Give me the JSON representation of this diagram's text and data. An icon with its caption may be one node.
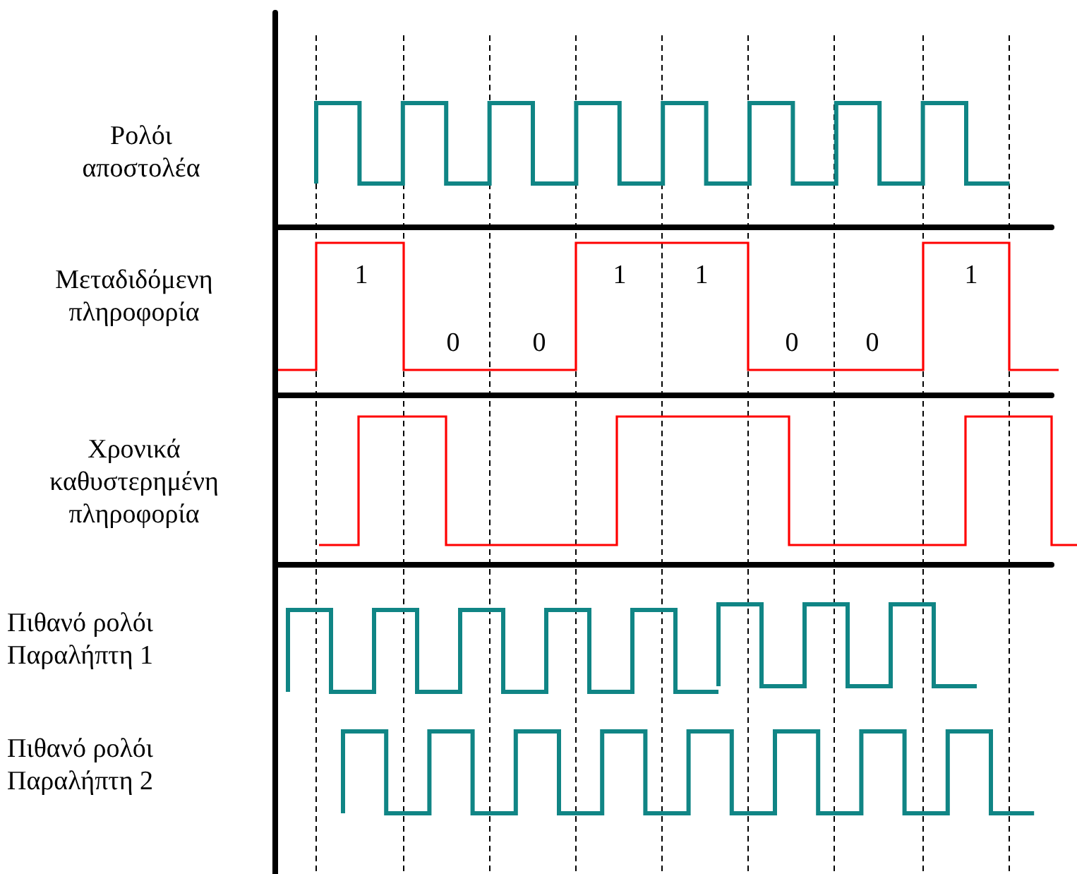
{
  "diagram": {
    "labels": [
      "Ρολόι αποστολέα",
      "Μεταδιδόμενη πληροφορία",
      "1",
      "0",
      "0",
      "1",
      "1",
      "0",
      "0",
      "1",
      "Χρονικά καθυστερημένη πληροφορία",
      "Πιθανό ρολόι Παραλήπτη 1",
      "Πιθανό ρολόι Παραλήπτη 2"
    ]
  }
}
